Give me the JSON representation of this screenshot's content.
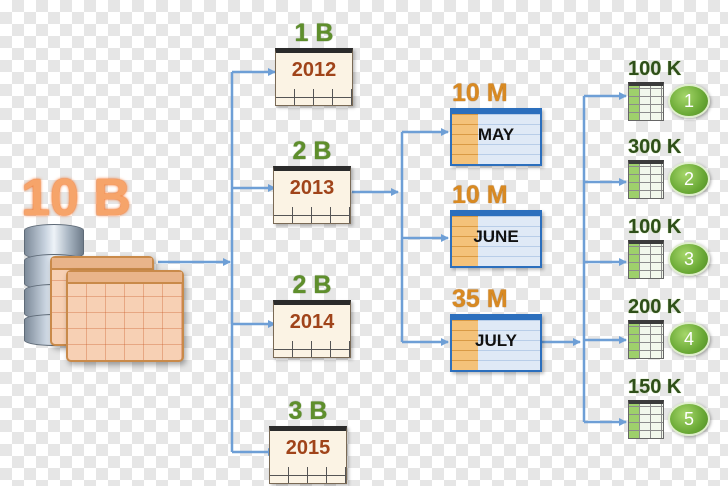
{
  "source": {
    "total": "10 B"
  },
  "years": [
    {
      "count": "1 B",
      "label": "2012"
    },
    {
      "count": "2 B",
      "label": "2013"
    },
    {
      "count": "2 B",
      "label": "2014"
    },
    {
      "count": "3 B",
      "label": "2015"
    }
  ],
  "months": [
    {
      "count": "10 M",
      "label": "MAY"
    },
    {
      "count": "10 M",
      "label": "JUNE"
    },
    {
      "count": "35 M",
      "label": "JULY"
    }
  ],
  "partitions": [
    {
      "count": "100 K",
      "badge": "1"
    },
    {
      "count": "300 K",
      "badge": "2"
    },
    {
      "count": "100 K",
      "badge": "3"
    },
    {
      "count": "200 K",
      "badge": "4"
    },
    {
      "count": "150 K",
      "badge": "5"
    }
  ],
  "colors": {
    "connector": "#6e9fd6",
    "total": "#f6a46a",
    "year_count": "#5f8f2c",
    "year_label": "#a0441a",
    "month_count": "#d98a22",
    "month_border": "#2c6fbd",
    "partition_badge": "#6aa935"
  }
}
